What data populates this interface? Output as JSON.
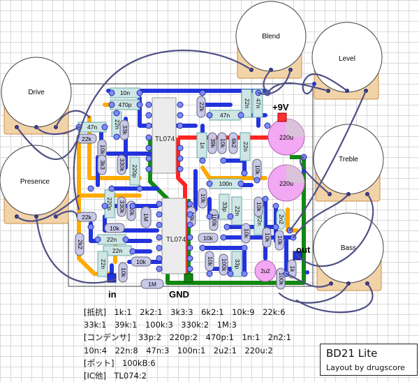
{
  "pots": [
    {
      "label": "Blend"
    },
    {
      "label": "Level"
    },
    {
      "label": "Drive"
    },
    {
      "label": "Treble"
    },
    {
      "label": "Presence"
    },
    {
      "label": "Bass"
    }
  ],
  "board_labels": {
    "supply": "+9V",
    "input": "in",
    "ground": "GND",
    "output": "out",
    "ic_top": "TL074",
    "ic_bottom": "TL074"
  },
  "components": {
    "c10n_top": "10n",
    "c470p": "470p",
    "c47n_left": "47n",
    "r22k_left": "22k",
    "r10k_a": "10k",
    "c22n_v1": "22n",
    "r33k_v1": "33k",
    "r3k3": "3k3",
    "r330k_a": "330k",
    "c220p_a": "220p",
    "c220p_b": "220p",
    "r330k_b": "330k",
    "r10k_b": "10k",
    "r1m_a": "1M",
    "r22k_left2": "22k",
    "r10k_c": "10k",
    "c22n_a": "22n",
    "r2k2": "2k2",
    "c22n_b": "22n",
    "r10k_d": "10k",
    "c22n_c": "22n",
    "r10k_e": "10k",
    "r1m_b": "1M",
    "r22k_top": "22k",
    "c47n_top": "47n",
    "c22n_top": "22n",
    "c47n_top2": "47n",
    "c1n": "1n",
    "r39k": "39k",
    "c22n_mid": "22n",
    "r6k2": "6k2",
    "r10k_f": "10k",
    "c220u_a": "220u",
    "c100n": "100n",
    "r10k_g": "10k",
    "r10k_h": "10k",
    "c33p": "33p",
    "c22n_d": "22n",
    "c220u_b": "220u",
    "c22n_e": "22n",
    "r10k_i": "10k",
    "r10k_j": "10k",
    "c2n2": "2n2",
    "r10k_k": "10k",
    "r10k_l": "10k",
    "r10k_m": "10k",
    "r100k_a": "100k",
    "r100k_b": "100k",
    "c33p_b": "33p",
    "c2u2": "2u2",
    "r1k": "1k",
    "r100k_c": "100k",
    "r10k_n": "10k",
    "r10k_o": "10k"
  },
  "bom": {
    "line1": "[抵抗]　1k:1　2k2:1　3k3:3　6k2:1　10k:9　22k:6",
    "line2": "33k:1　39k:1　100k:3　330k:2　1M:3",
    "line3": "[コンデンサ]　33p:2　220p:2　470p:1　1n:1　2n2:1",
    "line4": "10n:4　22n:8　47n:3　100n:1　2u2:1　220u:2",
    "line5": "[ポット]　100kB:6",
    "line6": "[IC他]　TL074:2"
  },
  "title_block": {
    "title": "BD21 Lite",
    "credit": "Layout by drugscore"
  },
  "colors": {
    "trace_blue": "#2233dd",
    "trace_green": "#118811",
    "trace_orange": "#ffaa00",
    "trace_red": "#ff2222",
    "pad": "#7a8cff",
    "pot_body": "#f2d3a8",
    "cap_film": "#cfe6e6",
    "cap_elec": "#f3a8f3",
    "wire": "#5a5a8a"
  }
}
